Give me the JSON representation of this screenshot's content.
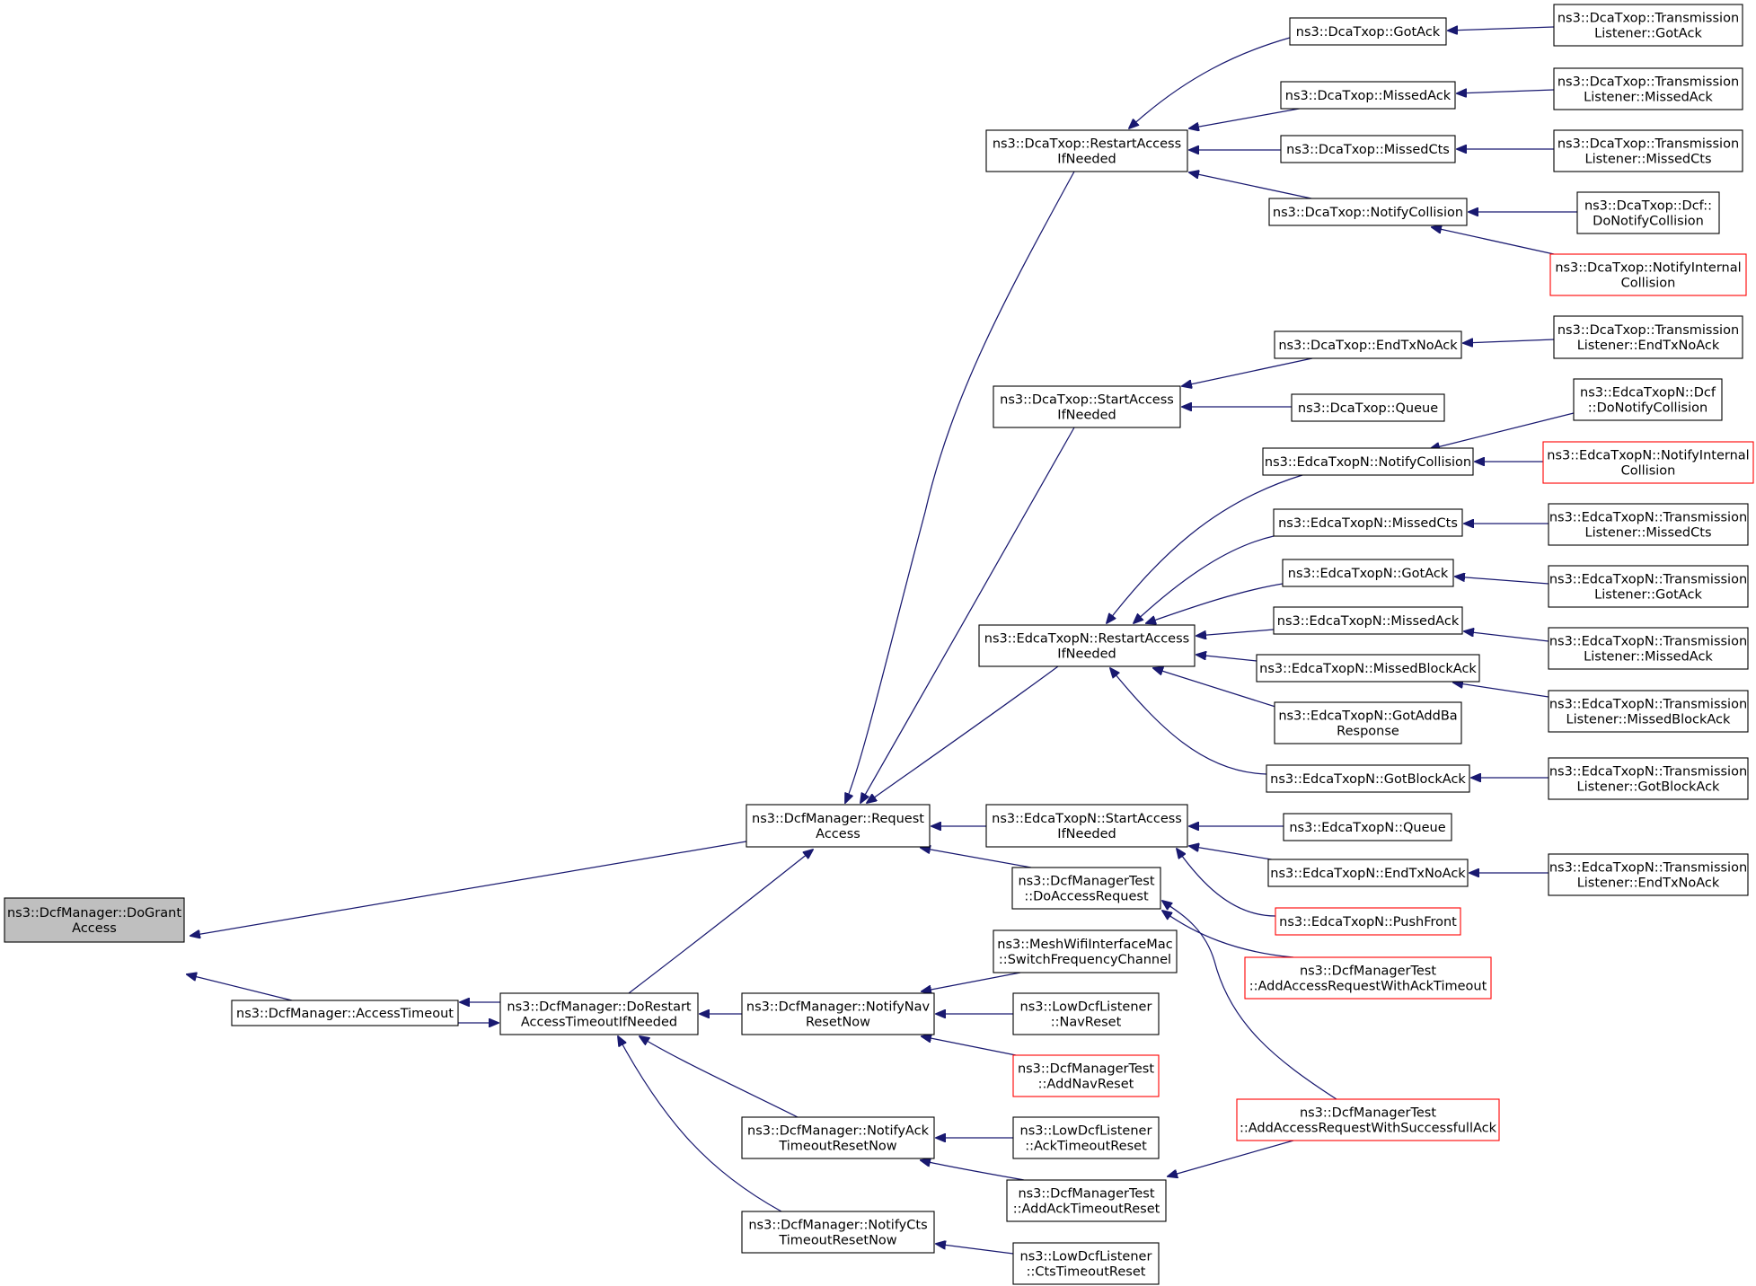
{
  "colors": {
    "edge": "#191970",
    "node_border": "#000000",
    "node_border_truncated": "#ff0000",
    "root_fill": "#bfbfbf"
  },
  "nodes": [
    {
      "id": "root",
      "lines": [
        "ns3::DcfManager::DoGrant",
        "Access"
      ]
    },
    {
      "id": "reqAccess",
      "lines": [
        "ns3::DcfManager::Request",
        "Access"
      ]
    },
    {
      "id": "accTimeout",
      "lines": [
        "ns3::DcfManager::AccessTimeout"
      ]
    },
    {
      "id": "doRestart",
      "lines": [
        "ns3::DcfManager::DoRestart",
        "AccessTimeoutIfNeeded"
      ]
    },
    {
      "id": "navReset",
      "lines": [
        "ns3::DcfManager::NotifyNav",
        "ResetNow"
      ]
    },
    {
      "id": "ackReset",
      "lines": [
        "ns3::DcfManager::NotifyAck",
        "TimeoutResetNow"
      ]
    },
    {
      "id": "ctsReset",
      "lines": [
        "ns3::DcfManager::NotifyCts",
        "TimeoutResetNow"
      ]
    },
    {
      "id": "dcaRestart",
      "lines": [
        "ns3::DcaTxop::RestartAccess",
        "IfNeeded"
      ]
    },
    {
      "id": "dcaStart",
      "lines": [
        "ns3::DcaTxop::StartAccess",
        "IfNeeded"
      ]
    },
    {
      "id": "edcaRestart",
      "lines": [
        "ns3::EdcaTxopN::RestartAccess",
        "IfNeeded"
      ]
    },
    {
      "id": "edcaStart",
      "lines": [
        "ns3::EdcaTxopN::StartAccess",
        "IfNeeded"
      ]
    },
    {
      "id": "testDoAccess",
      "lines": [
        "ns3::DcfManagerTest",
        "::DoAccessRequest"
      ]
    },
    {
      "id": "meshSwitch",
      "lines": [
        "ns3::MeshWifiInterfaceMac",
        "::SwitchFrequencyChannel"
      ]
    },
    {
      "id": "lowNav",
      "lines": [
        "ns3::LowDcfListener",
        "::NavReset"
      ]
    },
    {
      "id": "testNav",
      "lines": [
        "ns3::DcfManagerTest",
        "::AddNavReset"
      ],
      "truncated": true
    },
    {
      "id": "lowAck",
      "lines": [
        "ns3::LowDcfListener",
        "::AckTimeoutReset"
      ]
    },
    {
      "id": "testAckTo",
      "lines": [
        "ns3::DcfManagerTest",
        "::AddAckTimeoutReset"
      ]
    },
    {
      "id": "lowCts",
      "lines": [
        "ns3::LowDcfListener",
        "::CtsTimeoutReset"
      ]
    },
    {
      "id": "dcaGotAck",
      "lines": [
        "ns3::DcaTxop::GotAck"
      ]
    },
    {
      "id": "dcaMissedAck",
      "lines": [
        "ns3::DcaTxop::MissedAck"
      ]
    },
    {
      "id": "dcaMissedCts",
      "lines": [
        "ns3::DcaTxop::MissedCts"
      ]
    },
    {
      "id": "dcaNotifyColl",
      "lines": [
        "ns3::DcaTxop::NotifyCollision"
      ]
    },
    {
      "id": "dcaEndTx",
      "lines": [
        "ns3::DcaTxop::EndTxNoAck"
      ]
    },
    {
      "id": "dcaQueue",
      "lines": [
        "ns3::DcaTxop::Queue"
      ]
    },
    {
      "id": "edcaNotifyColl",
      "lines": [
        "ns3::EdcaTxopN::NotifyCollision"
      ]
    },
    {
      "id": "edcaMissedCts",
      "lines": [
        "ns3::EdcaTxopN::MissedCts"
      ]
    },
    {
      "id": "edcaGotAck",
      "lines": [
        "ns3::EdcaTxopN::GotAck"
      ]
    },
    {
      "id": "edcaMissedAck",
      "lines": [
        "ns3::EdcaTxopN::MissedAck"
      ]
    },
    {
      "id": "edcaMissedBA",
      "lines": [
        "ns3::EdcaTxopN::MissedBlockAck"
      ]
    },
    {
      "id": "edcaGotAddBa",
      "lines": [
        "ns3::EdcaTxopN::GotAddBa",
        "Response"
      ]
    },
    {
      "id": "edcaGotBA",
      "lines": [
        "ns3::EdcaTxopN::GotBlockAck"
      ]
    },
    {
      "id": "edcaQueue",
      "lines": [
        "ns3::EdcaTxopN::Queue"
      ]
    },
    {
      "id": "edcaEndTx",
      "lines": [
        "ns3::EdcaTxopN::EndTxNoAck"
      ]
    },
    {
      "id": "edcaPushFront",
      "lines": [
        "ns3::EdcaTxopN::PushFront"
      ],
      "truncated": true
    },
    {
      "id": "testAckTimeout",
      "lines": [
        "ns3::DcfManagerTest",
        "::AddAccessRequestWithAckTimeout"
      ],
      "truncated": true
    },
    {
      "id": "testSuccAck",
      "lines": [
        "ns3::DcfManagerTest",
        "::AddAccessRequestWithSuccessfullAck"
      ],
      "truncated": true
    },
    {
      "id": "tlDcaGotAck",
      "lines": [
        "ns3::DcaTxop::Transmission",
        "Listener::GotAck"
      ]
    },
    {
      "id": "tlDcaMissedAck",
      "lines": [
        "ns3::DcaTxop::Transmission",
        "Listener::MissedAck"
      ]
    },
    {
      "id": "tlDcaMissedCts",
      "lines": [
        "ns3::DcaTxop::Transmission",
        "Listener::MissedCts"
      ]
    },
    {
      "id": "dcaDcfNotify",
      "lines": [
        "ns3::DcaTxop::Dcf::",
        "DoNotifyCollision"
      ]
    },
    {
      "id": "dcaNotifyInternal",
      "lines": [
        "ns3::DcaTxop::NotifyInternal",
        "Collision"
      ],
      "truncated": true
    },
    {
      "id": "tlDcaEndTx",
      "lines": [
        "ns3::DcaTxop::Transmission",
        "Listener::EndTxNoAck"
      ]
    },
    {
      "id": "edcaDcfNotify",
      "lines": [
        "ns3::EdcaTxopN::Dcf",
        "::DoNotifyCollision"
      ]
    },
    {
      "id": "edcaNotifyInternal",
      "lines": [
        "ns3::EdcaTxopN::NotifyInternal",
        "Collision"
      ],
      "truncated": true
    },
    {
      "id": "tlEdcaMissedCts",
      "lines": [
        "ns3::EdcaTxopN::Transmission",
        "Listener::MissedCts"
      ]
    },
    {
      "id": "tlEdcaGotAck",
      "lines": [
        "ns3::EdcaTxopN::Transmission",
        "Listener::GotAck"
      ]
    },
    {
      "id": "tlEdcaMissedAck",
      "lines": [
        "ns3::EdcaTxopN::Transmission",
        "Listener::MissedAck"
      ]
    },
    {
      "id": "tlEdcaMissedBA",
      "lines": [
        "ns3::EdcaTxopN::Transmission",
        "Listener::MissedBlockAck"
      ]
    },
    {
      "id": "tlEdcaGotBA",
      "lines": [
        "ns3::EdcaTxopN::Transmission",
        "Listener::GotBlockAck"
      ]
    },
    {
      "id": "tlEdcaEndTx",
      "lines": [
        "ns3::EdcaTxopN::Transmission",
        "Listener::EndTxNoAck"
      ]
    }
  ],
  "edges": [
    [
      "reqAccess",
      "root"
    ],
    [
      "accTimeout",
      "root"
    ],
    [
      "doRestart",
      "accTimeout"
    ],
    [
      "accTimeout",
      "doRestart"
    ],
    [
      "doRestart",
      "reqAccess"
    ],
    [
      "navReset",
      "doRestart"
    ],
    [
      "ackReset",
      "doRestart"
    ],
    [
      "ctsReset",
      "doRestart"
    ],
    [
      "dcaRestart",
      "reqAccess"
    ],
    [
      "dcaStart",
      "reqAccess"
    ],
    [
      "edcaRestart",
      "reqAccess"
    ],
    [
      "edcaStart",
      "reqAccess"
    ],
    [
      "testDoAccess",
      "reqAccess"
    ],
    [
      "meshSwitch",
      "navReset"
    ],
    [
      "lowNav",
      "navReset"
    ],
    [
      "testNav",
      "navReset"
    ],
    [
      "lowAck",
      "ackReset"
    ],
    [
      "testAckTo",
      "ackReset"
    ],
    [
      "lowCts",
      "ctsReset"
    ],
    [
      "dcaGotAck",
      "dcaRestart"
    ],
    [
      "dcaMissedAck",
      "dcaRestart"
    ],
    [
      "dcaMissedCts",
      "dcaRestart"
    ],
    [
      "dcaNotifyColl",
      "dcaRestart"
    ],
    [
      "dcaEndTx",
      "dcaStart"
    ],
    [
      "dcaQueue",
      "dcaStart"
    ],
    [
      "edcaNotifyColl",
      "edcaRestart"
    ],
    [
      "edcaMissedCts",
      "edcaRestart"
    ],
    [
      "edcaGotAck",
      "edcaRestart"
    ],
    [
      "edcaMissedAck",
      "edcaRestart"
    ],
    [
      "edcaMissedBA",
      "edcaRestart"
    ],
    [
      "edcaGotAddBa",
      "edcaRestart"
    ],
    [
      "edcaGotBA",
      "edcaRestart"
    ],
    [
      "edcaQueue",
      "edcaStart"
    ],
    [
      "edcaEndTx",
      "edcaStart"
    ],
    [
      "edcaPushFront",
      "edcaStart"
    ],
    [
      "testAckTimeout",
      "testDoAccess"
    ],
    [
      "testSuccAck",
      "testDoAccess"
    ],
    [
      "testSuccAck",
      "testAckTo"
    ],
    [
      "tlDcaGotAck",
      "dcaGotAck"
    ],
    [
      "tlDcaMissedAck",
      "dcaMissedAck"
    ],
    [
      "tlDcaMissedCts",
      "dcaMissedCts"
    ],
    [
      "dcaDcfNotify",
      "dcaNotifyColl"
    ],
    [
      "dcaNotifyInternal",
      "dcaNotifyColl"
    ],
    [
      "tlDcaEndTx",
      "dcaEndTx"
    ],
    [
      "edcaDcfNotify",
      "edcaNotifyColl"
    ],
    [
      "edcaNotifyInternal",
      "edcaNotifyColl"
    ],
    [
      "tlEdcaMissedCts",
      "edcaMissedCts"
    ],
    [
      "tlEdcaGotAck",
      "edcaGotAck"
    ],
    [
      "tlEdcaMissedAck",
      "edcaMissedAck"
    ],
    [
      "tlEdcaMissedBA",
      "edcaMissedBA"
    ],
    [
      "tlEdcaGotBA",
      "edcaGotBA"
    ],
    [
      "tlEdcaEndTx",
      "edcaEndTx"
    ]
  ]
}
